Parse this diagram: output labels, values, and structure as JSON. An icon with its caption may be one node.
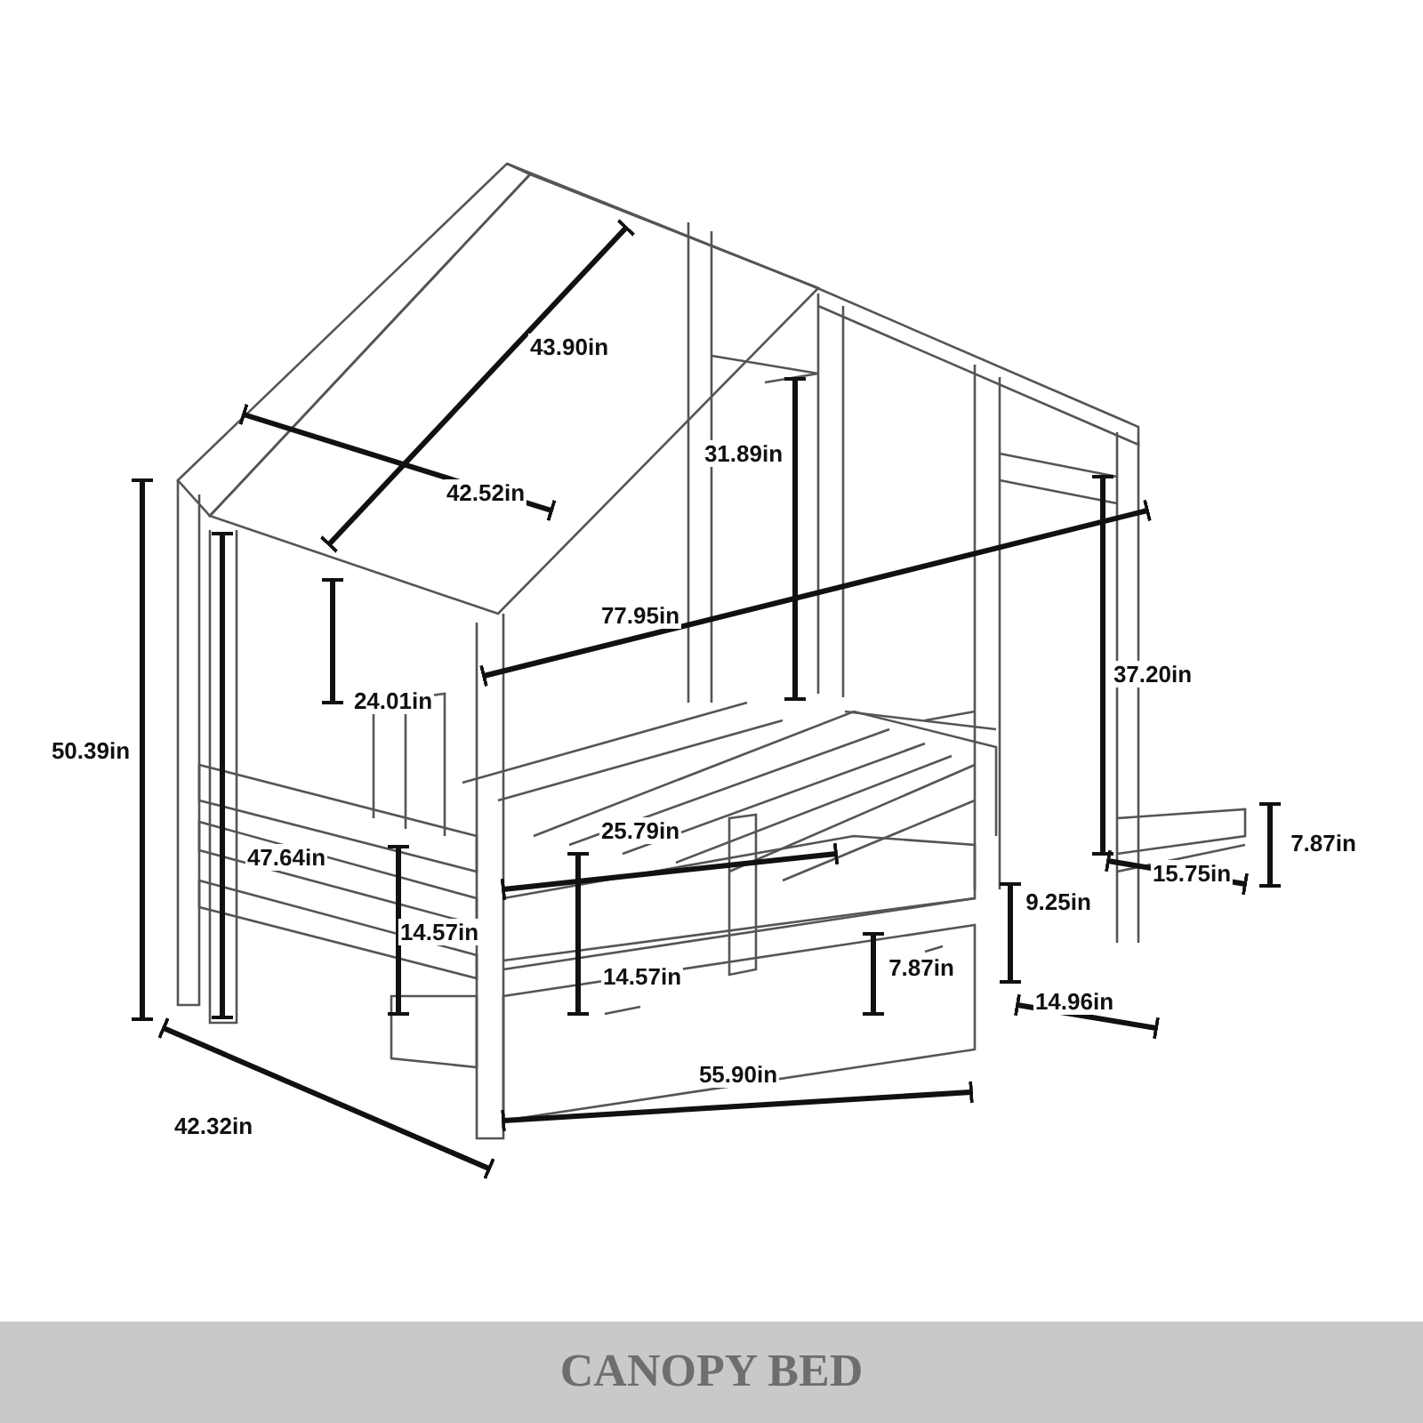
{
  "diagram": {
    "title": "CANOPY BED",
    "labels": [
      "43.90in",
      "31.89in",
      "42.52in",
      "77.95in",
      "37.20in",
      "24.01in",
      "50.39in",
      "7.87in",
      "25.79in",
      "47.64in",
      "15.75in",
      "9.25in",
      "14.57in",
      "7.87in",
      "14.57in",
      "14.96in",
      "55.90in",
      "42.32in"
    ]
  }
}
